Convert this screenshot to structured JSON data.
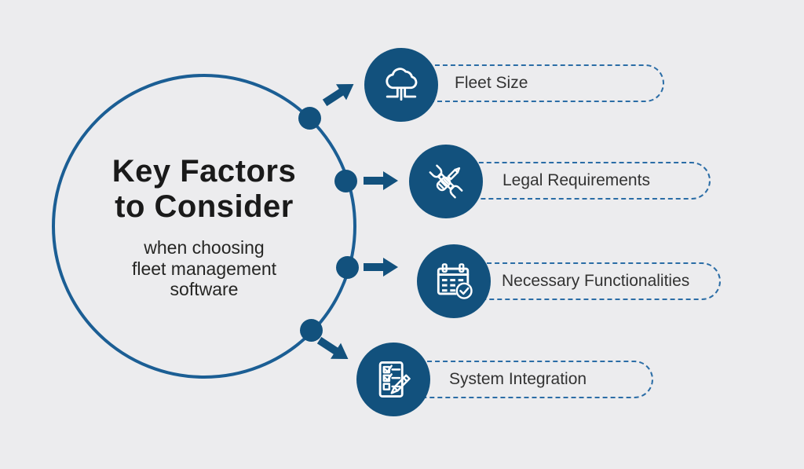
{
  "colors": {
    "background": "#ececee",
    "primary_blue": "#12517d",
    "circle_stroke": "#1b5e94",
    "dashed_border": "#2b6da6",
    "title_text": "#1a1a1a",
    "subtitle_text": "#262624",
    "label_text": "#333333"
  },
  "hub": {
    "title_lines": [
      "Key Factors",
      "to Consider"
    ],
    "subtitle_lines": [
      "when choosing",
      "fleet management",
      "software"
    ]
  },
  "items": [
    {
      "label": "Fleet Size",
      "icon": "cloud-network-icon"
    },
    {
      "label": "Legal Requirements",
      "icon": "tools-icon"
    },
    {
      "label": "Necessary Functionalities",
      "icon": "calendar-check-icon"
    },
    {
      "label": "System Integration",
      "icon": "checklist-pencil-icon"
    }
  ]
}
